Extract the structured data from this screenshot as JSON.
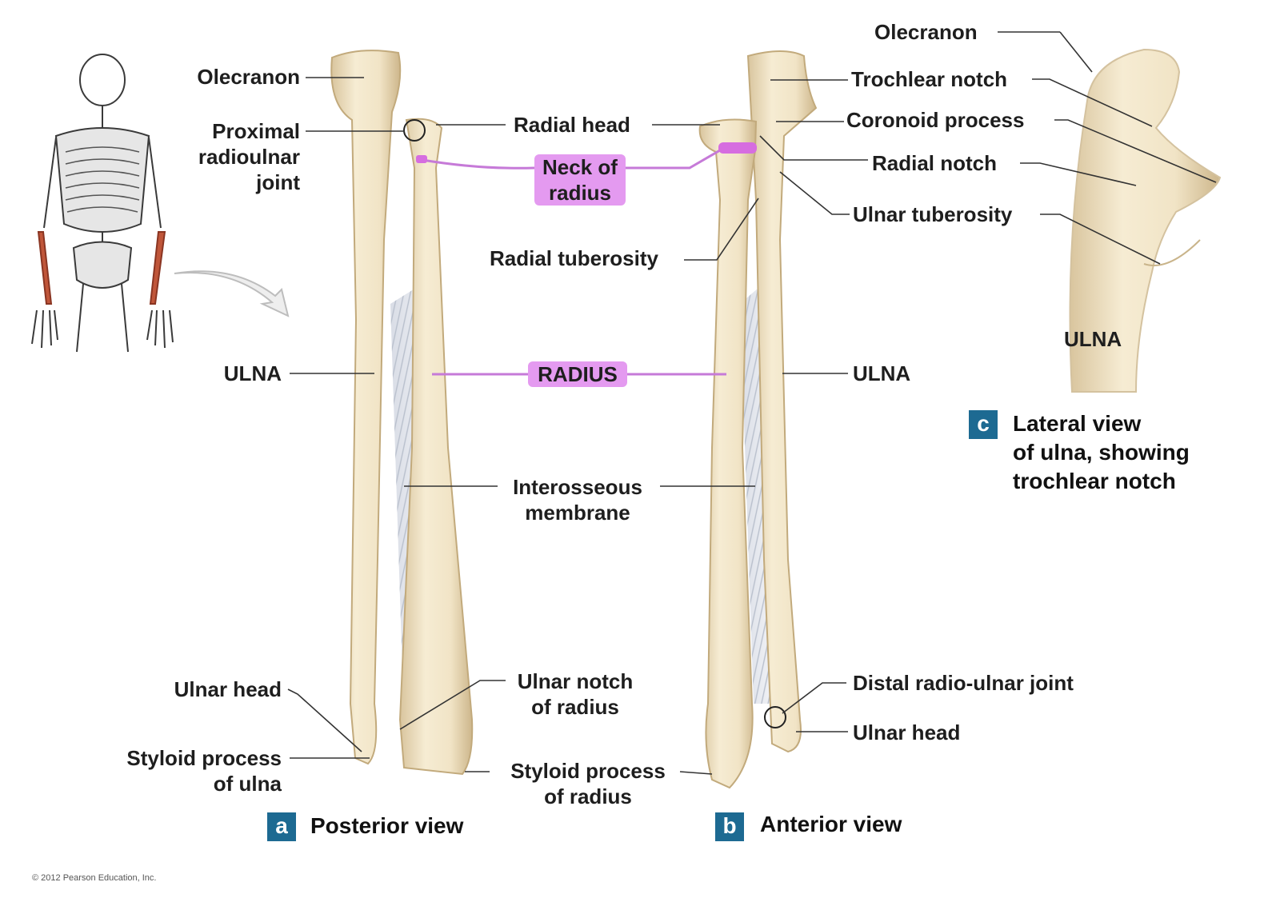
{
  "labels": {
    "olecranon_a": "Olecranon",
    "proximal_joint": [
      "Proximal",
      "radioulnar",
      "joint"
    ],
    "ulna_a": "ULNA",
    "ulnar_head_a": "Ulnar head",
    "styloid_ulna": [
      "Styloid process",
      "of ulna"
    ],
    "radial_head": "Radial head",
    "neck_radius": [
      "Neck of",
      "radius"
    ],
    "radial_tuberosity": "Radial tuberosity",
    "radius": "RADIUS",
    "interosseous": [
      "Interosseous",
      "membrane"
    ],
    "ulnar_notch": [
      "Ulnar notch",
      "of radius"
    ],
    "styloid_radius": [
      "Styloid process",
      "of radius"
    ],
    "olecranon_c": "Olecranon",
    "trochlear_notch": "Trochlear notch",
    "coronoid": "Coronoid process",
    "radial_notch": "Radial notch",
    "ulnar_tuberosity": "Ulnar tuberosity",
    "ulna_b": "ULNA",
    "distal_joint": "Distal radio-ulnar joint",
    "ulnar_head_b": "Ulnar head",
    "ulna_c": "ULNA"
  },
  "captions": {
    "a": {
      "badge": "a",
      "text": "Posterior view"
    },
    "b": {
      "badge": "b",
      "text": "Anterior view"
    },
    "c": {
      "badge": "c",
      "lines": [
        "Lateral view",
        "of ulna, showing",
        "trochlear notch"
      ]
    }
  },
  "copyright": "© 2012 Pearson Education, Inc.",
  "colors": {
    "bone": "#f1e4c6",
    "bone_shade": "#d8c49c",
    "highlight": "#e49af0",
    "badge": "#1d6a92",
    "forearm_highlight": "#c0563a"
  }
}
